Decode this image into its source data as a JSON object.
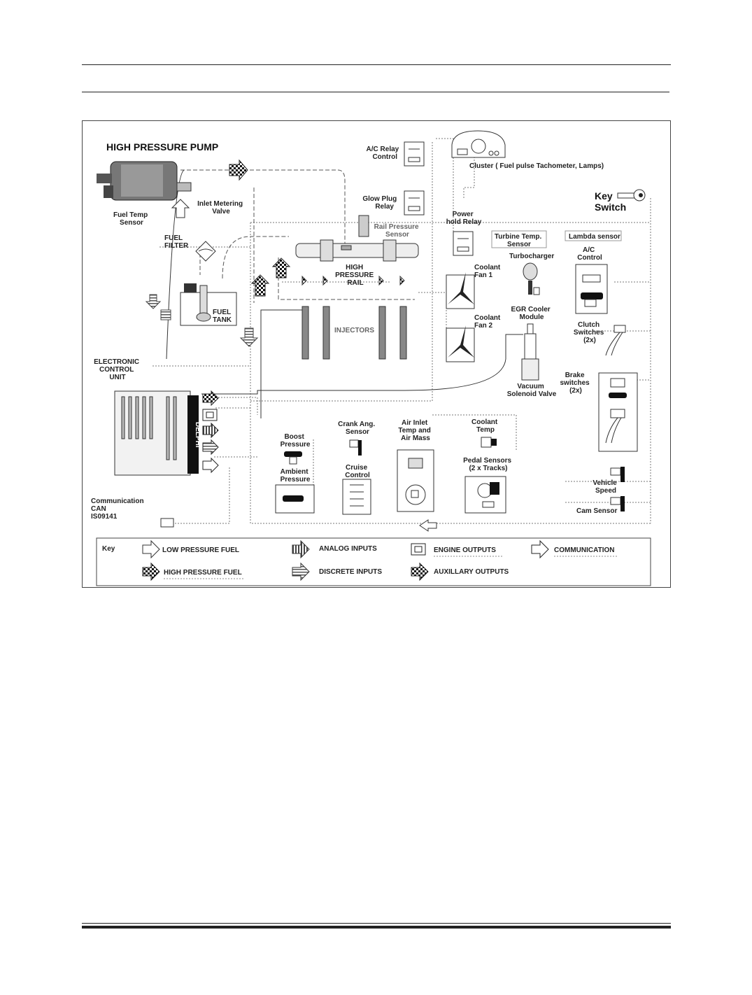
{
  "diagram": {
    "title": "HIGH PRESSURE PUMP",
    "labels": {
      "fuel_temp_sensor": [
        "Fuel Temp",
        "Sensor"
      ],
      "inlet_metering_valve": [
        "Inlet Metering",
        "Valve"
      ],
      "fuel_filter": [
        "FUEL",
        "FILTER"
      ],
      "fuel_tank": [
        "FUEL",
        "TANK"
      ],
      "rail_pressure_sensor": [
        "Rail Pressure",
        "Sensor"
      ],
      "high_pressure_rail": [
        "HIGH",
        "PRESSURE",
        "RAIL"
      ],
      "injectors": "INJECTORS",
      "ac_relay_control": [
        "A/C Relay",
        "Control"
      ],
      "glow_plug_relay": [
        "Glow Plug",
        "Relay"
      ],
      "cluster": "Cluster ( Fuel pulse Tachometer, Lamps)",
      "power_hold_relay": [
        "Power",
        "hold Relay"
      ],
      "turbine_temp_sensor": [
        "Turbine Temp.",
        "Sensor"
      ],
      "lambda_sensor": "Lambda sensor",
      "key_switch": [
        "Key",
        "Switch"
      ],
      "turbocharger": "Turbocharger",
      "coolant_fan_1": [
        "Coolant",
        "Fan 1"
      ],
      "coolant_fan_2": [
        "Coolant",
        "Fan 2"
      ],
      "egr_cooler_module": [
        "EGR Cooler",
        "Module"
      ],
      "vacuum_solenoid_valve": [
        "Vacuum",
        "Solenoid Valve"
      ],
      "ac_control": [
        "A/C",
        "Control"
      ],
      "clutch_switches": [
        "Clutch",
        "Switches",
        "(2x)"
      ],
      "brake_switches": [
        "Brake",
        "switches",
        "(2x)"
      ],
      "ecu": [
        "ELECTRONIC",
        "CONTROL",
        "UNIT"
      ],
      "delphi": "DELPHI",
      "communication": [
        "Communication",
        "CAN",
        "IS09141"
      ],
      "boost_pressure": [
        "Boost",
        "Pressure"
      ],
      "ambient_pressure": [
        "Ambient",
        "Pressure"
      ],
      "crank_ang_sensor": [
        "Crank Ang.",
        "Sensor"
      ],
      "cruise_control": [
        "Cruise",
        "Control"
      ],
      "air_inlet": [
        "Air Inlet",
        "Temp and",
        "Air Mass"
      ],
      "coolant_temp": [
        "Coolant",
        "Temp"
      ],
      "pedal_sensors": [
        "Pedal Sensors",
        "(2 x Tracks)"
      ],
      "vehicle_speed": [
        "Vehicle",
        "Speed"
      ],
      "cam_sensor": "Cam Sensor"
    },
    "key": {
      "title": "Key",
      "low_pressure_fuel": "LOW PRESSURE FUEL",
      "high_pressure_fuel": "HIGH PRESSURE FUEL",
      "analog_inputs": "ANALOG INPUTS",
      "discrete_inputs": "DISCRETE INPUTS",
      "engine_outputs": "ENGINE OUTPUTS",
      "auxiliary_outputs": "AUXILLARY OUTPUTS",
      "communication": "COMMUNICATION"
    }
  }
}
